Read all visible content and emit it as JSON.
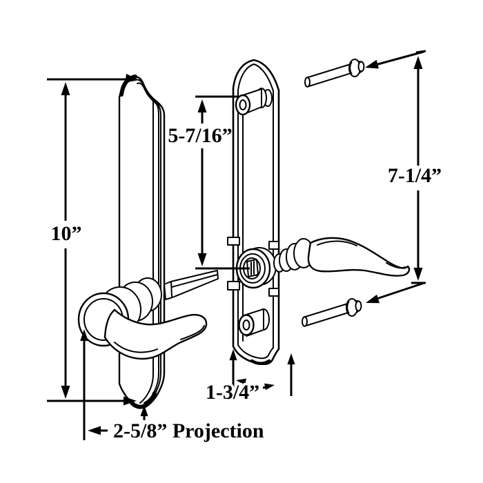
{
  "diagram": {
    "background": "#ffffff",
    "ink": "#000000",
    "labels": {
      "height": "10”",
      "center_spacing": "5-7/16”",
      "screw_spacing": "7-1/4”",
      "width": "1-3/4”",
      "projection": "2-5/8” Projection"
    }
  }
}
